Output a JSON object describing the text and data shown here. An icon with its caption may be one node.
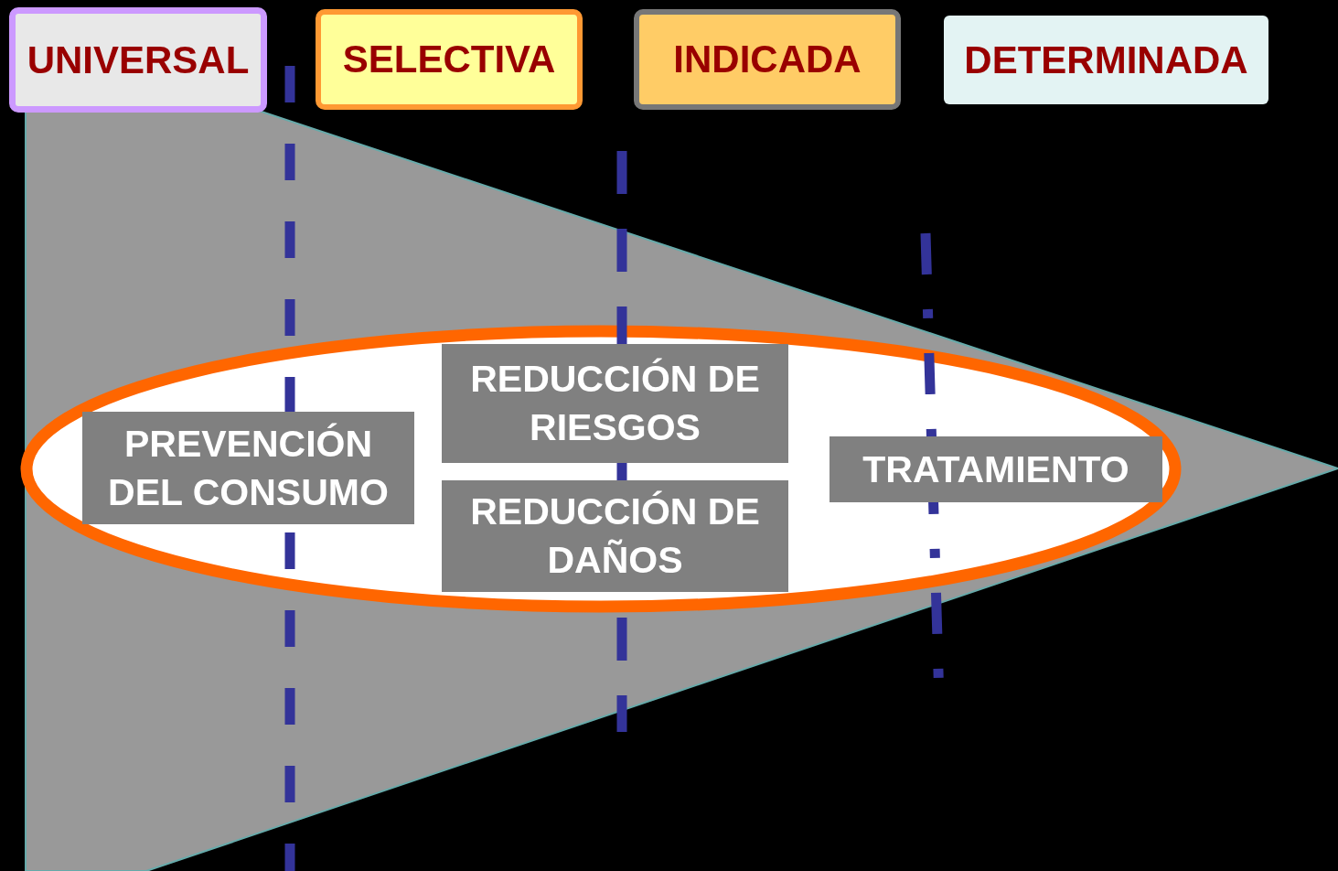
{
  "diagram": {
    "nodes": [
      {
        "text": [
          "UNIVERSAL"
        ]
      },
      {
        "text": [
          "SELECTIVA"
        ]
      },
      {
        "text": [
          "INDICADA"
        ]
      },
      {
        "text": [
          "DETERMINADA"
        ]
      },
      {
        "text": [],
        "shape": "ellipse"
      },
      {
        "text": [
          "PREVENCIÓN DEL CONSUMO"
        ],
        "in": 4
      },
      {
        "text": [
          "REDUCCIÓN DE RIESGOS"
        ],
        "in": 4
      },
      {
        "text": [
          "REDUCCIÓN DE DAÑOS"
        ],
        "in": 4
      },
      {
        "text": [
          "TRATAMIENTO"
        ],
        "in": 4
      }
    ],
    "edges": []
  }
}
